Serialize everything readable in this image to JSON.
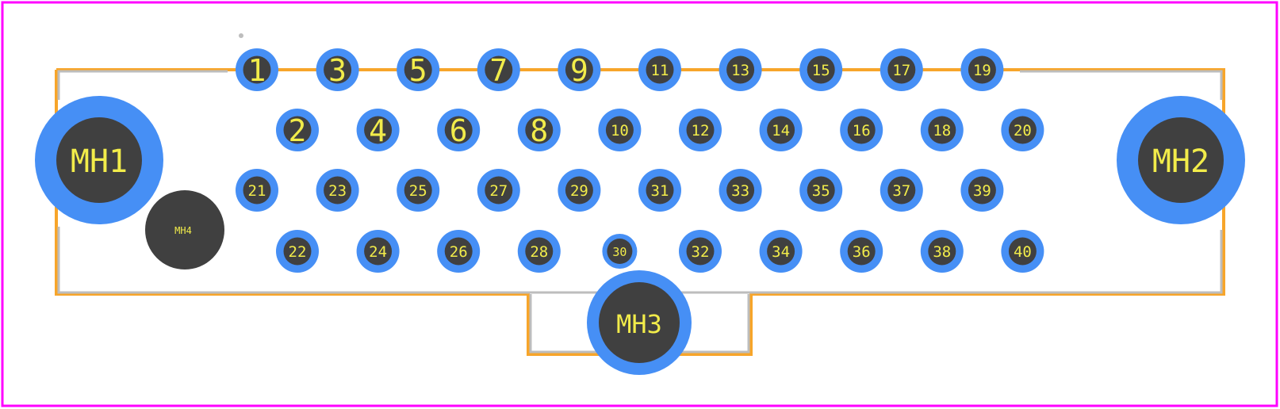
{
  "colors": {
    "board_border": "#ff00ff",
    "outline": "#f7a52a",
    "silk": "#bdbdbd",
    "pad_ring": "#468ff5",
    "drill": "#404040",
    "label": "#f2ec4a"
  },
  "pins": {
    "row1": [
      "1",
      "3",
      "5",
      "7",
      "9",
      "11",
      "13",
      "15",
      "17",
      "19"
    ],
    "row2": [
      "2",
      "4",
      "6",
      "8",
      "10",
      "12",
      "14",
      "16",
      "18",
      "20"
    ],
    "row3": [
      "21",
      "23",
      "25",
      "27",
      "29",
      "31",
      "33",
      "35",
      "37",
      "39"
    ],
    "row4": [
      "22",
      "24",
      "26",
      "28",
      "30",
      "32",
      "34",
      "36",
      "38",
      "40"
    ]
  },
  "mounting_holes": {
    "mh1": "MH1",
    "mh2": "MH2",
    "mh3": "MH3",
    "mh4": "MH4"
  }
}
